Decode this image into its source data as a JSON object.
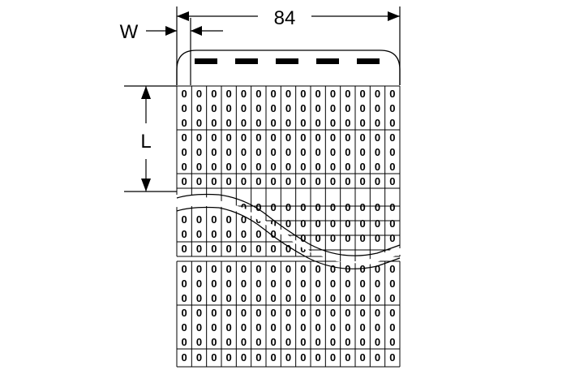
{
  "dimensions": {
    "width_total": "84",
    "width_label": "W",
    "length_label": "L"
  },
  "grid": {
    "columns": 15,
    "digit": "0"
  },
  "colors": {
    "line": "#000000",
    "background": "#ffffff"
  }
}
